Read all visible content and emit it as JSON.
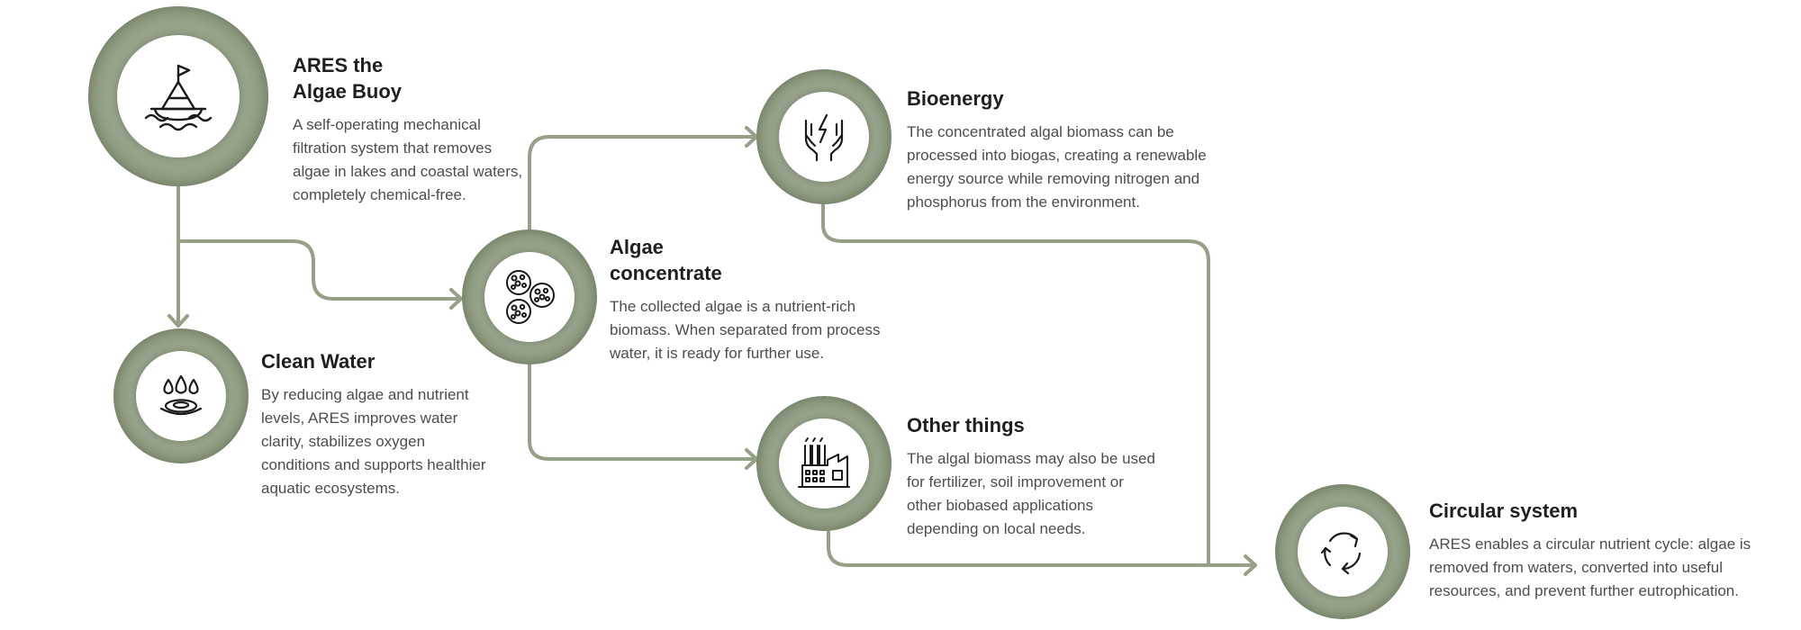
{
  "colors": {
    "accent": "#8f9c80",
    "line": "#95a087",
    "title": "#1f1f1f",
    "body": "#4d4d4d"
  },
  "nodes": {
    "buoy": {
      "icon": "buoy-icon",
      "title_line1": "ARES the",
      "title_line2": "Algae Buoy",
      "text_lines": [
        "A self-operating mechanical",
        "filtration system that removes",
        "algae in lakes and coastal waters,",
        "completely chemical-free."
      ]
    },
    "clean_water": {
      "icon": "water-drops-icon",
      "title": "Clean Water",
      "text_lines": [
        "By reducing algae and nutrient",
        "levels, ARES improves water",
        "clarity, stabilizes oxygen",
        "conditions and supports healthier",
        "aquatic ecosystems."
      ]
    },
    "algae_concentrate": {
      "icon": "algae-cells-icon",
      "title_line1": "Algae",
      "title_line2": "concentrate",
      "text_lines": [
        "The collected algae is a nutrient-rich",
        "biomass. When separated from process",
        "water, it is ready for further use."
      ]
    },
    "bioenergy": {
      "icon": "hands-energy-icon",
      "title": "Bioenergy",
      "text_lines": [
        "The concentrated algal biomass can be",
        "processed into biogas, creating a renewable",
        "energy source while removing nitrogen and",
        "phosphorus from the environment."
      ]
    },
    "other_things": {
      "icon": "factory-icon",
      "title": "Other things",
      "text_lines": [
        "The algal biomass may also be used",
        "for fertilizer, soil improvement or",
        "other biobased applications",
        "depending on local needs."
      ]
    },
    "circular": {
      "icon": "recycle-arrows-icon",
      "title": "Circular system",
      "text_lines": [
        "ARES enables a circular nutrient cycle: algae is",
        "removed from waters, converted into useful",
        "resources, and prevent further eutrophication."
      ]
    }
  }
}
